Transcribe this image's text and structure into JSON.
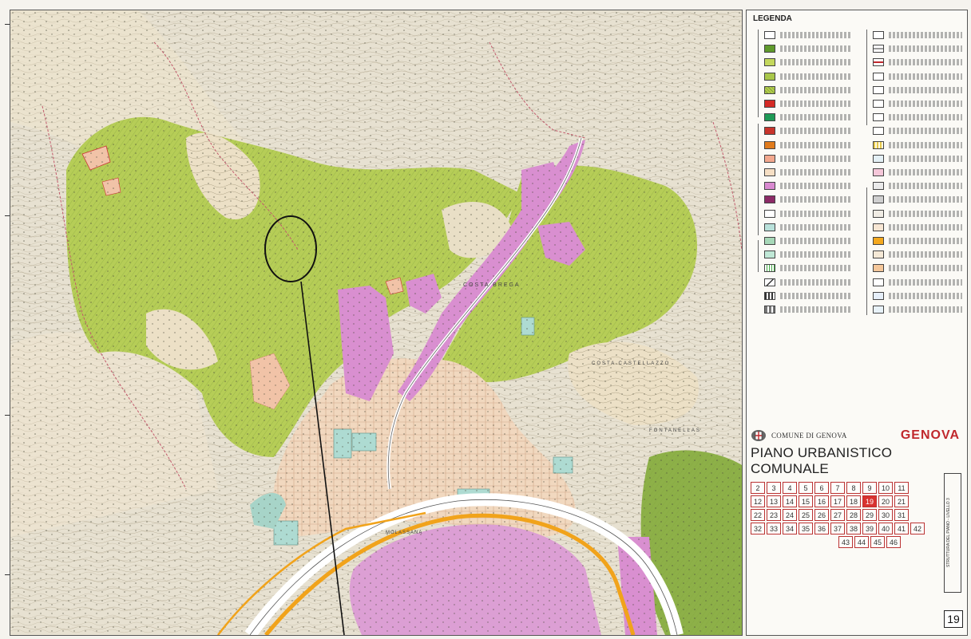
{
  "legend": {
    "title": "LEGENDA",
    "left_column": [
      {
        "color": "#ffffff"
      },
      {
        "color": "#5f9a2a"
      },
      {
        "color": "#c4d85c"
      },
      {
        "color": "#a9c74a"
      },
      {
        "color": "#b6ce4c",
        "pattern": "hatch"
      },
      {
        "color": "#d42a25"
      },
      {
        "color": "#1e9a56"
      },
      {
        "color": "#c8342b"
      },
      {
        "color": "#e07b1c"
      },
      {
        "color": "#f3a88e"
      },
      {
        "color": "#f6dfc4"
      },
      {
        "color": "#d98ad0"
      },
      {
        "color": "#8c2a66"
      },
      {
        "color": "#ffffff"
      },
      {
        "color": "#b9e1da"
      },
      {
        "color": "#a7d8b8"
      },
      {
        "color": "#c0e8d6"
      },
      {
        "color": "#ffffff",
        "pattern": "check"
      },
      {
        "color": "#ffffff",
        "pattern": "diag"
      },
      {
        "color": "#ffffff",
        "pattern": "dash"
      },
      {
        "color": "#ffffff",
        "pattern": "dash2"
      }
    ],
    "right_column": [
      {
        "color": "#ffffff"
      },
      {
        "color": "#ffffff",
        "pattern": "line"
      },
      {
        "color": "#ffffff",
        "pattern": "red"
      },
      {
        "color": "#ffffff"
      },
      {
        "color": "#ffffff"
      },
      {
        "color": "#ffffff"
      },
      {
        "color": "#ffffff"
      },
      {
        "color": "#ffffff"
      },
      {
        "color": "#fffbe0",
        "pattern": "dash-yellow"
      },
      {
        "color": "#e4f0f5"
      },
      {
        "color": "#f5c7d9"
      },
      {
        "color": "#eaeaea"
      },
      {
        "color": "#cfcfcf"
      },
      {
        "color": "#f0ece4"
      },
      {
        "color": "#f7e6d3"
      },
      {
        "color": "#f4a81e"
      },
      {
        "color": "#f5e9d6"
      },
      {
        "color": "#f5c79a"
      },
      {
        "color": "#ffffff"
      },
      {
        "color": "#e5eef8"
      },
      {
        "color": "#e8f2f8"
      }
    ]
  },
  "title_block": {
    "comune": "COMUNE DI GENOVA",
    "logo": "GENOVA",
    "plan_title": "PIANO URBANISTICO COMUNALE",
    "side_label": "STRUTTURA DEL PIANO - LIVELLO 3",
    "sheet_number": "19",
    "tiles": [
      [
        "2",
        "3",
        "4",
        "5",
        "6",
        "7",
        "8",
        "9",
        "10",
        "11"
      ],
      [
        "12",
        "13",
        "14",
        "15",
        "16",
        "17",
        "18",
        "19",
        "20",
        "21"
      ],
      [
        "22",
        "23",
        "24",
        "25",
        "26",
        "27",
        "28",
        "29",
        "30",
        "31"
      ],
      [
        "32",
        "33",
        "34",
        "35",
        "36",
        "37",
        "38",
        "39",
        "40",
        "41",
        "42"
      ],
      [
        "43",
        "44",
        "45",
        "46"
      ]
    ],
    "selected_tile": "19"
  },
  "map": {
    "places": [
      "COSTA BREGA",
      "COSTA CASTELLAZZO",
      "FONTANELLAS",
      "MOLASSANA"
    ],
    "colors": {
      "green": "#b2cc55",
      "dark_green": "#8db048",
      "pink": "#d67ec8",
      "salmon": "#f1c3a7",
      "orange_line": "#f1a31b",
      "bg": "#e7e1d1",
      "beige": "#ede3cf",
      "teal": "#aedbd2"
    }
  }
}
